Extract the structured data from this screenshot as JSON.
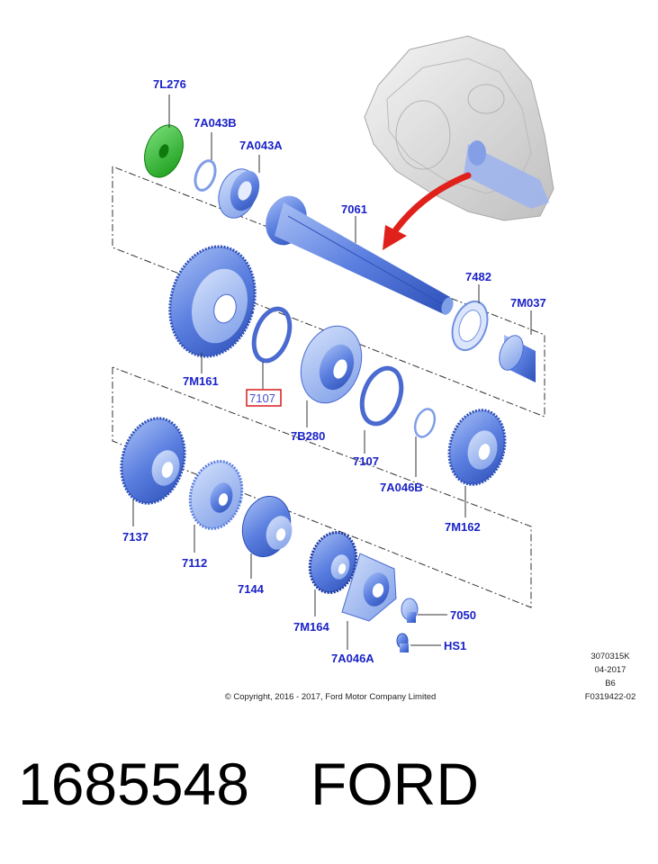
{
  "labels": {
    "l7L276": "7L276",
    "l7A043B": "7A043B",
    "l7A043A": "7A043A",
    "l7061": "7061",
    "l7482": "7482",
    "l7M037": "7M037",
    "l7M161": "7M161",
    "l7107a": "7107",
    "l7B280": "7B280",
    "l7107b": "7107",
    "l7A046B": "7A046B",
    "l7M162": "7M162",
    "l7137": "7137",
    "l7112": "7112",
    "l7144": "7144",
    "l7M164": "7M164",
    "l7A046A": "7A046A",
    "l7050": "7050",
    "lHS1": "HS1"
  },
  "doc_info": {
    "code": "3070315K",
    "date": "04-2017",
    "variant": "B6",
    "figure": "F0319422-02"
  },
  "copyright": "© Copyright, 2016 - 2017, Ford Motor Company Limited",
  "part_number": "1685548",
  "brand": "FORD",
  "colors": {
    "label": "#1a22c8",
    "highlight_box": "#d81b1b",
    "part_blue": "#5b7fe0",
    "part_green": "#22b422",
    "arrow_red": "#e0201a"
  }
}
